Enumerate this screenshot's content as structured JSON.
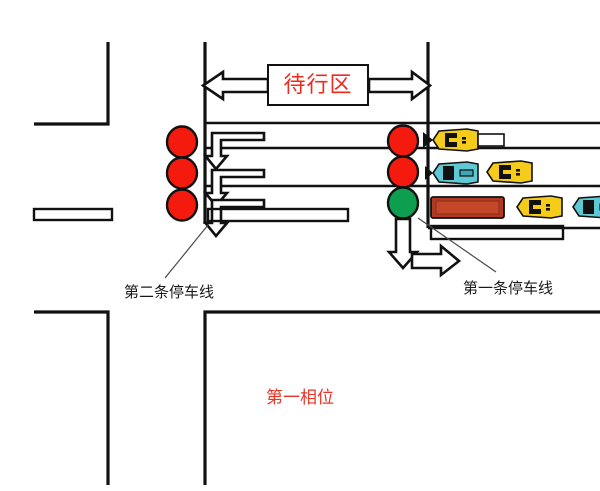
{
  "diagram": {
    "title_text": "第一相位",
    "waiting_zone": {
      "label": "待行区",
      "box_color": "#ffffff",
      "text_color": "#f0291c",
      "left_arrow": "arrow-left",
      "right_arrow": "arrow-right"
    },
    "annotations": {
      "second_stop_line": "第二条停车线",
      "first_stop_line": "第一条停车线",
      "phase": "第一相位"
    },
    "colors": {
      "road_line": "#111111",
      "signal_red": "#f51a0e",
      "signal_green": "#0d9e50",
      "car_yellow": "#f5cc19",
      "car_cyan": "#5ec9d4",
      "bus_red": "#b03b22",
      "annotation_red": "#e8352a",
      "label_dark": "#1a1a1a",
      "background": "#ffffff"
    },
    "signal_groups": [
      {
        "name": "second-stop-line-signals",
        "position": "left",
        "lights": [
          "red",
          "red",
          "red"
        ]
      },
      {
        "name": "first-stop-line-signals",
        "position": "right",
        "lights": [
          "red",
          "red",
          "green"
        ]
      }
    ],
    "lanes": [
      {
        "index": 1,
        "marking": "left-turn-arrow",
        "vehicles": [
          {
            "type": "car",
            "color": "#f5cc19",
            "heading": "left"
          }
        ]
      },
      {
        "index": 2,
        "marking": "left-turn-arrow",
        "vehicles": [
          {
            "type": "car",
            "color": "#5ec9d4",
            "heading": "left"
          },
          {
            "type": "car",
            "color": "#f5cc19",
            "heading": "left"
          }
        ]
      },
      {
        "index": 3,
        "marking": "left-turn-arrow",
        "vehicles": [
          {
            "type": "bus",
            "color": "#b03b22",
            "heading": "left"
          },
          {
            "type": "car",
            "color": "#f5cc19",
            "heading": "left"
          },
          {
            "type": "car",
            "color": "#5ec9d4",
            "heading": "left"
          }
        ]
      }
    ],
    "flow_arrows": [
      {
        "name": "down-arrow",
        "direction": "down"
      },
      {
        "name": "right-arrow",
        "direction": "right"
      }
    ],
    "stop_lines": [
      {
        "name": "second-stop-line",
        "side": "left"
      },
      {
        "name": "first-stop-line",
        "side": "right"
      },
      {
        "name": "crosswalk-bar",
        "side": "far-left"
      }
    ]
  }
}
